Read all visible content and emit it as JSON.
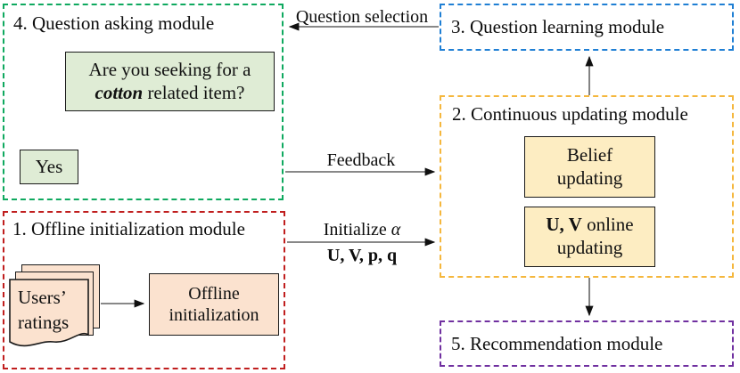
{
  "figure": {
    "background": "#ffffff",
    "colors": {
      "module1_border_red": "#c01e1e",
      "module2_border_gold": "#f5b73d",
      "module3_border_blue": "#1f7fd4",
      "module4_border_green": "#0fa95f",
      "module5_border_purple": "#7030a0",
      "green_fill": "#dfecd5",
      "gold_fill": "#fdedc2",
      "peach_fill": "#fbe2cf",
      "arrow_line": "#404040"
    }
  },
  "modules": {
    "question_asking": {
      "title": "4. Question asking module",
      "question_line1": "Are you seeking for a",
      "question_keyword": "cotton",
      "question_line2_rest": " related item?",
      "yes_label": "Yes"
    },
    "question_learning": {
      "title": "3. Question learning module"
    },
    "continuous_updating": {
      "title": "2. Continuous updating module",
      "belief_line1": "Belief",
      "belief_line2": "updating",
      "uv_bold": "U, V",
      "uv_rest": " online",
      "uv_line2": "updating"
    },
    "offline_init": {
      "title": "1. Offline initialization module",
      "papers_line1": "Users’",
      "papers_line2": "ratings",
      "box_line1": "Offline",
      "box_line2": "initialization"
    },
    "recommendation": {
      "title": "5. Recommendation module"
    }
  },
  "arrows": {
    "question_selection_label": "Question selection",
    "feedback_label": "Feedback",
    "initialize_prefix": "Initialize ",
    "initialize_alpha": "α",
    "initialize_params": "U, V, p, q"
  }
}
